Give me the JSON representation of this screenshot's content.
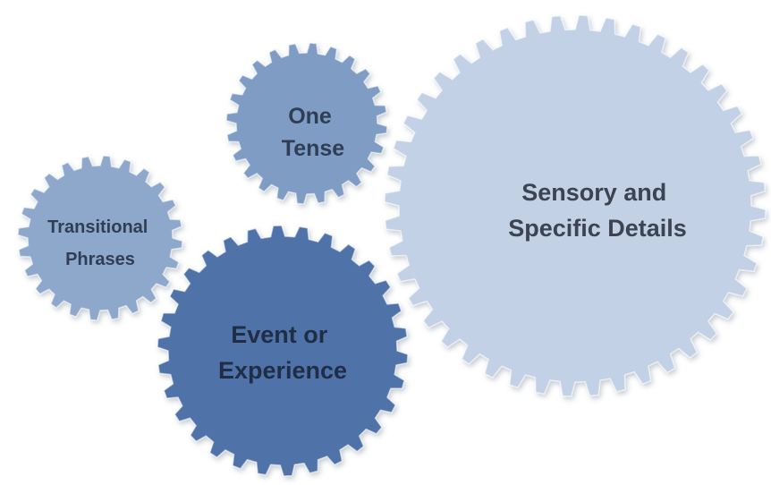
{
  "gears": [
    {
      "id": "one-tense",
      "lines": [
        "One",
        "Tense"
      ],
      "fill": "#7f9cc4",
      "text_color": "#2f3e55"
    },
    {
      "id": "transitional-phrases",
      "lines": [
        "Transitional",
        "Phrases"
      ],
      "fill": "#8ea8cc",
      "text_color": "#2f3e55"
    },
    {
      "id": "sensory-details",
      "lines": [
        "Sensory and",
        "Specific Details"
      ],
      "fill": "#c2d1e6",
      "text_color": "#3d4350"
    },
    {
      "id": "event-experience",
      "lines": [
        "Event or",
        "Experience"
      ],
      "fill": "#4f73a8",
      "text_color": "#1f2d45"
    }
  ]
}
